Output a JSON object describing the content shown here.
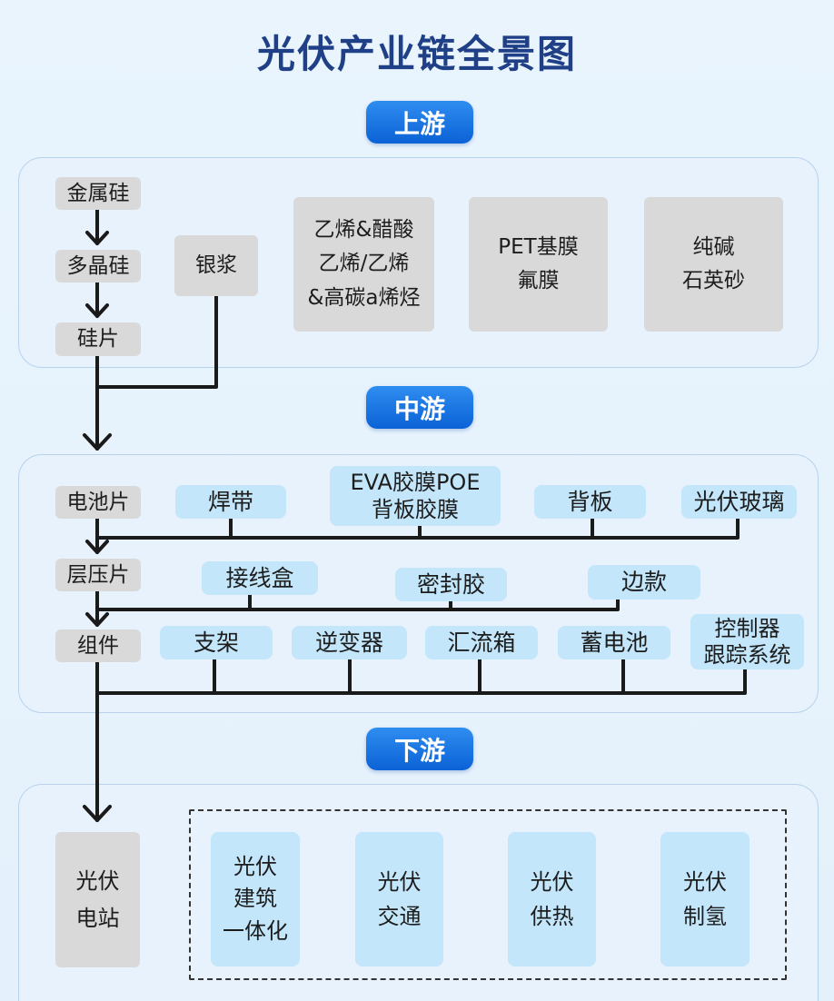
{
  "title": "光伏产业链全景图",
  "sections": {
    "upstream": "上游",
    "midstream": "中游",
    "downstream": "下游"
  },
  "upstream": {
    "chain": [
      "金属硅",
      "多晶硅",
      "硅片"
    ],
    "silver_paste": "银浆",
    "materials": [
      "乙烯&醋酸\n乙烯/乙烯\n&高碳a烯烃",
      "PET基膜\n氟膜",
      "纯碱\n石英砂"
    ]
  },
  "midstream": {
    "chain": [
      "电池片",
      "层压片",
      "组件"
    ],
    "row1": [
      "焊带",
      "EVA胶膜POE\n背板胶膜",
      "背板",
      "光伏玻璃"
    ],
    "row2": [
      "接线盒",
      "密封胶",
      "边款"
    ],
    "row3": [
      "支架",
      "逆变器",
      "汇流箱",
      "蓄电池",
      "控制器\n跟踪系统"
    ]
  },
  "downstream": {
    "station": "光伏\n电站",
    "applications": [
      "光伏\n建筑\n一体化",
      "光伏\n交通",
      "光伏\n供热",
      "光伏\n制氢"
    ]
  },
  "colors": {
    "title": "#1f3f86",
    "tag": "#0b62d6",
    "gray_box": "#d9d9d9",
    "blue_box": "#c3e6fb",
    "line": "#1a1a1a"
  }
}
